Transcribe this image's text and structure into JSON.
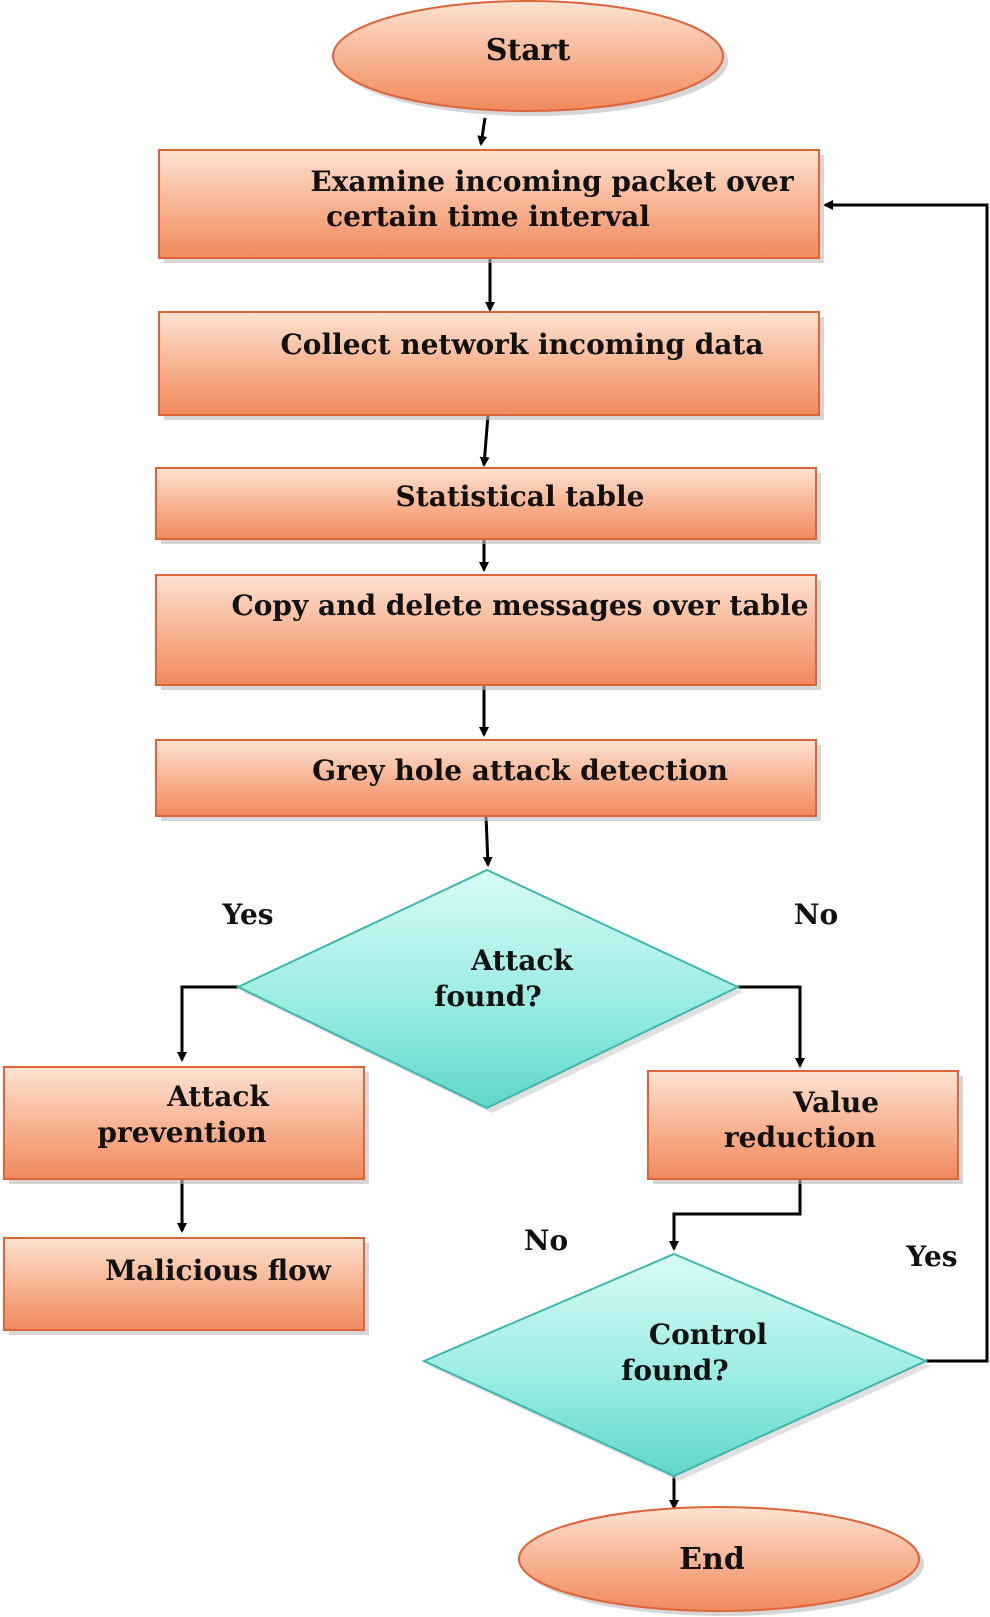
{
  "colors": {
    "process_fill_top": "#fde3d2",
    "process_fill_bottom": "#f08a5d",
    "process_stroke": "#e0643a",
    "decision_fill_top": "#d8fbf6",
    "decision_fill_bottom": "#5fd6c9",
    "decision_stroke": "#3fb7ab",
    "line": "#000000"
  },
  "nodes": {
    "start": "Start",
    "examine": {
      "line1": "Examine incoming packet over",
      "line2": "certain time interval"
    },
    "collect": "Collect network incoming data",
    "statistical": "Statistical table",
    "copy_delete": "Copy and delete messages over table",
    "grey_hole": "Grey hole attack detection",
    "attack_found": {
      "line1": "Attack",
      "line2": "found?"
    },
    "attack_prevention": {
      "line1": "Attack",
      "line2": "prevention"
    },
    "malicious_flow": "Malicious flow",
    "value_reduction": {
      "line1": "Value",
      "line2": "reduction"
    },
    "control_found": {
      "line1": "Control",
      "line2": "found?"
    },
    "end": "End"
  },
  "edge_labels": {
    "attack_yes": "Yes",
    "attack_no": "No",
    "control_no": "No",
    "control_yes": "Yes"
  }
}
